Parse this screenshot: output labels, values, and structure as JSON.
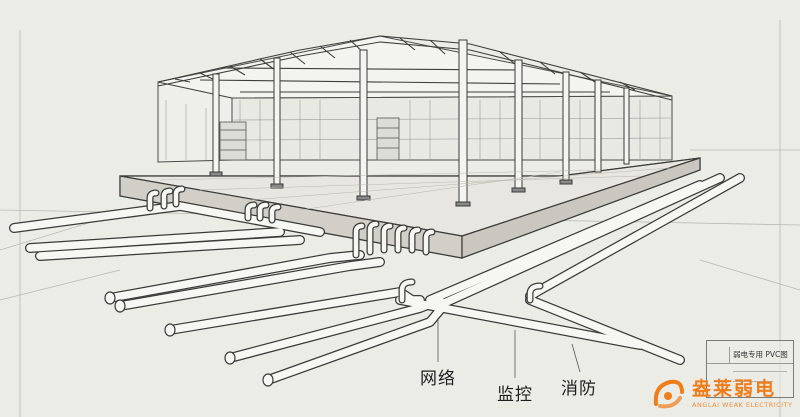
{
  "labels": {
    "network": "网络",
    "monitoring": "监控",
    "fire": "消防"
  },
  "title_block": {
    "title": "弱电专用 PVC图"
  },
  "logo": {
    "name": "盎莱弱电",
    "subtitle": "ANGLAI WEAK ELECTRICITY",
    "color": "#f07d19"
  },
  "colors": {
    "background": "#ecece7",
    "line": "#3a3a38",
    "slab": "#d8d6cf",
    "pipe_fill": "#f6f6f2"
  }
}
